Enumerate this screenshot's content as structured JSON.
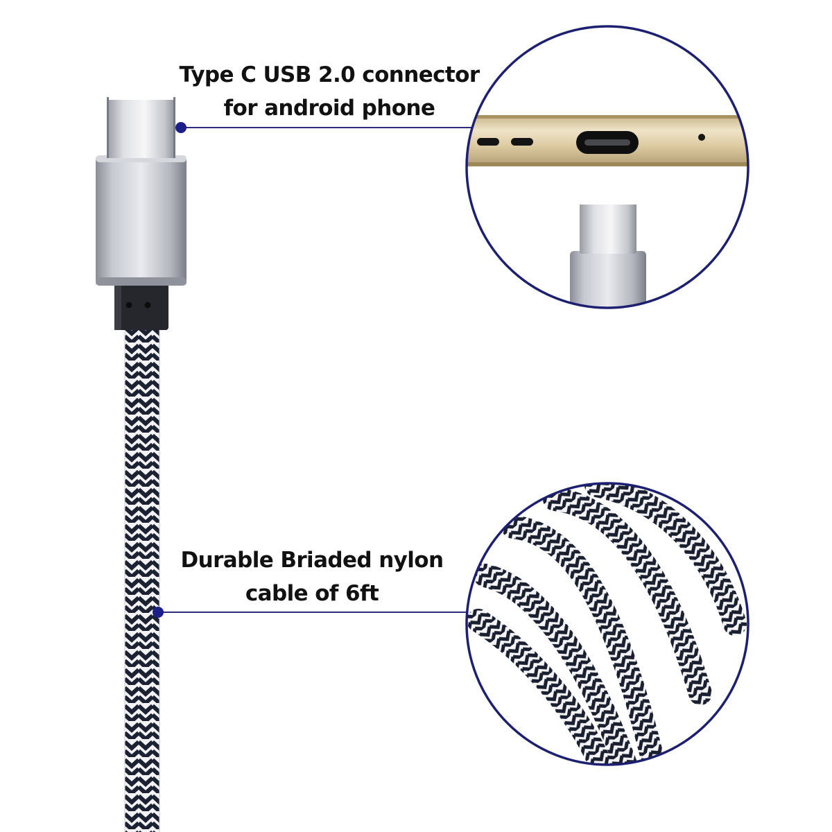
{
  "callouts": {
    "connector": {
      "line1": "Type C USB 2.0 connector",
      "line2": "for android phone"
    },
    "cable": {
      "line1": "Durable Briaded nylon",
      "line2": "cable of 6ft"
    }
  },
  "colors": {
    "accent": "#1c1f8a",
    "callout_line": "#2a2d7a",
    "braid_dark": "#1d2233",
    "braid_light": "#f3f3f5",
    "connector_silver": "#b9bcc4",
    "phone_gold": "#d8c8a2"
  },
  "icons": {
    "connector_marker": "dot-marker-icon",
    "cable_marker": "dot-marker-icon",
    "phone_port_zoom": "magnified-port-circle",
    "braid_zoom": "magnified-braid-circle"
  }
}
